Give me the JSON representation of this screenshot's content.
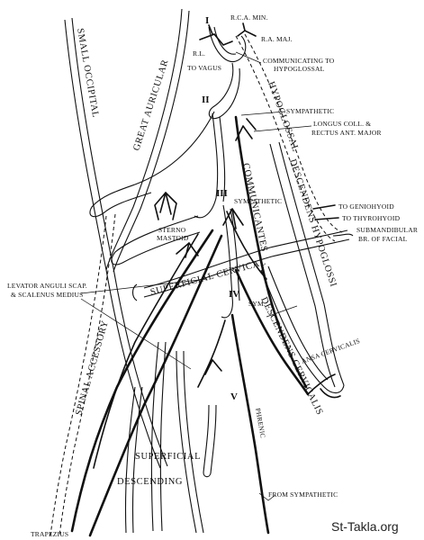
{
  "labels": {
    "num_1": "I",
    "num_2": "II",
    "num_3": "III",
    "num_4": "IV",
    "num_5": "V",
    "rca_min": "R.C.A. MIN.",
    "ra_maj": "R.A. MAJ.",
    "rl": "R.L.",
    "to_vagus": "TO VAGUS",
    "communicating_1": "COMMUNICATING TO",
    "communicating_2": "HYPOGLOSSAL",
    "sympathetic_top": "SYMPATHETIC",
    "longus_1": "LONGUS COLL. &",
    "longus_2": "RECTUS ANT. MAJOR",
    "small_occipital": "SMALL OCCIPITAL",
    "great_auricular": "GREAT AURICULAR",
    "hypoglossal": "HYPOGLOSSAL",
    "communicantes": "COMMUNICANTES",
    "descendens_hypoglossi": "DESCENDENS HYPOGLOSSI",
    "to_geniohyoid": "TO GENIOHYOID",
    "to_thyrohyoid": "TO THYROHYOID",
    "submandibular_1": "SUBMANDIBULAR",
    "submandibular_2": "BR. OF FACIAL",
    "sympathetic_mid": "SYMPATHETIC",
    "sterno_1": "STERNO",
    "sterno_2": "MASTOID",
    "levator_1": "LEVATOR ANGULI SCAP.",
    "levator_2": "& SCALENUS MEDIUS",
    "superficial_cervical": "SUPERFICIAL CERVICAL",
    "sym": "SYM.",
    "descendens_cervicalis": "DESCENDENS CERVICALIS",
    "ansa_cervicalis": "ANSA CERVICALIS",
    "spinal_accessory": "SPINAL ACCESSORY",
    "phrenic": "PHRENIC",
    "superficial_descending_1": "SUPERFICIAL",
    "superficial_descending_2": "DESCENDING",
    "from_sympathetic": "FROM SYMPATHETIC",
    "trapezius": "TRAPEZIUS",
    "watermark": "St-Takla.org"
  }
}
